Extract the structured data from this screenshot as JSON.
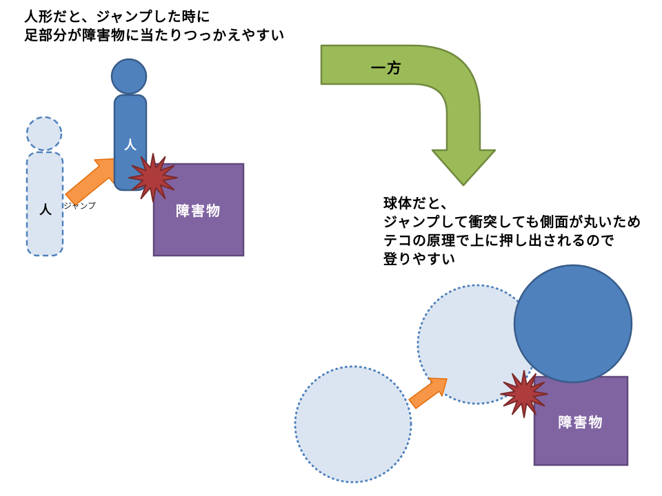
{
  "left_panel": {
    "caption": "人形だと、ジャンプした時に\n足部分が障害物に当たりつっかえやすい",
    "ghost_person_label": "人",
    "jump_label": "ジャンプ",
    "person_label": "人",
    "obstacle_label": "障害物"
  },
  "connector": {
    "label": "一方"
  },
  "right_panel": {
    "caption": "球体だと、\nジャンプして衝突しても側面が丸いため\nテコの原理で上に押し出されるので\n登りやすい",
    "obstacle_label": "障害物"
  },
  "colors": {
    "person_blue": "#4f81bd",
    "person_blue_border": "#385d8a",
    "ghost_blue_fill": "#dbe5f1",
    "ghost_blue_border": "#4f81bd",
    "obstacle_purple": "#8064a2",
    "obstacle_purple_border": "#5f497a",
    "arrow_orange": "#f79646",
    "bent_arrow_green": "#9bbb59",
    "bent_arrow_green_border": "#71893f",
    "collision_red": "#ae3c3c",
    "collision_red_border": "#7d2a2a"
  }
}
